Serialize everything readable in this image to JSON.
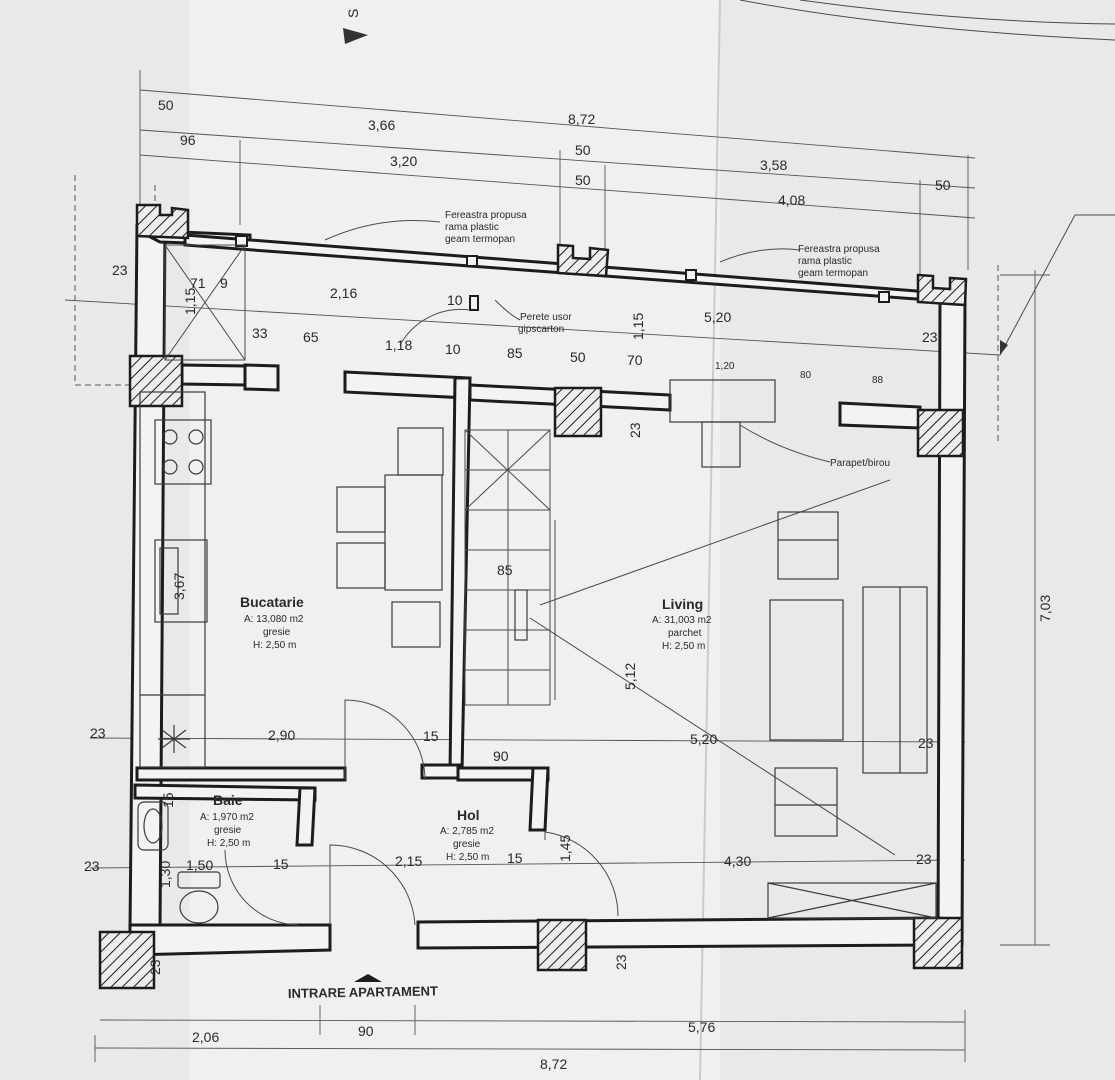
{
  "north_marker": "S",
  "dimensions": {
    "top": [
      "50",
      "3,66",
      "8,72",
      "96",
      "3,20",
      "50",
      "50",
      "3,58",
      "4,08",
      "50"
    ],
    "inner": [
      "23",
      "1,15",
      "71",
      "9",
      "2,16",
      "10",
      "33",
      "65",
      "1,18",
      "10",
      "85",
      "50",
      "70",
      "1,15",
      "5,20",
      "1,20",
      "80",
      "88",
      "23",
      "23",
      "3,67",
      "85",
      "5,12",
      "7,03"
    ],
    "lower": [
      "23",
      "2,90",
      "15",
      "90",
      "5,20",
      "23",
      "15",
      "1,45",
      "23",
      "1,30",
      "1,50",
      "15",
      "2,15",
      "15",
      "4,30",
      "23",
      "23",
      "23"
    ],
    "bottom": [
      "2,06",
      "90",
      "5,76",
      "8,72"
    ]
  },
  "notes": {
    "window_1": [
      "Fereastra propusa",
      "rama plastic",
      "geam termopan"
    ],
    "window_2": [
      "Fereastra propusa",
      "rama plastic",
      "geam termopan"
    ],
    "partition": [
      "Perete usor",
      "gipscarton"
    ],
    "parapet": "Parapet/birou"
  },
  "rooms": {
    "kitchen": {
      "name": "Bucatarie",
      "area": "A: 13,080 m2",
      "floor": "gresie",
      "height": "H: 2,50 m"
    },
    "living": {
      "name": "Living",
      "area": "A: 31,003 m2",
      "floor": "parchet",
      "height": "H: 2,50 m"
    },
    "bath": {
      "name": "Baie",
      "area": "A: 1,970 m2",
      "floor": "gresie",
      "height": "H: 2,50 m"
    },
    "hall": {
      "name": "Hol",
      "area": "A: 2,785 m2",
      "floor": "gresie",
      "height": "H: 2,50 m"
    }
  },
  "entrance_label": "INTRARE APARTAMENT"
}
